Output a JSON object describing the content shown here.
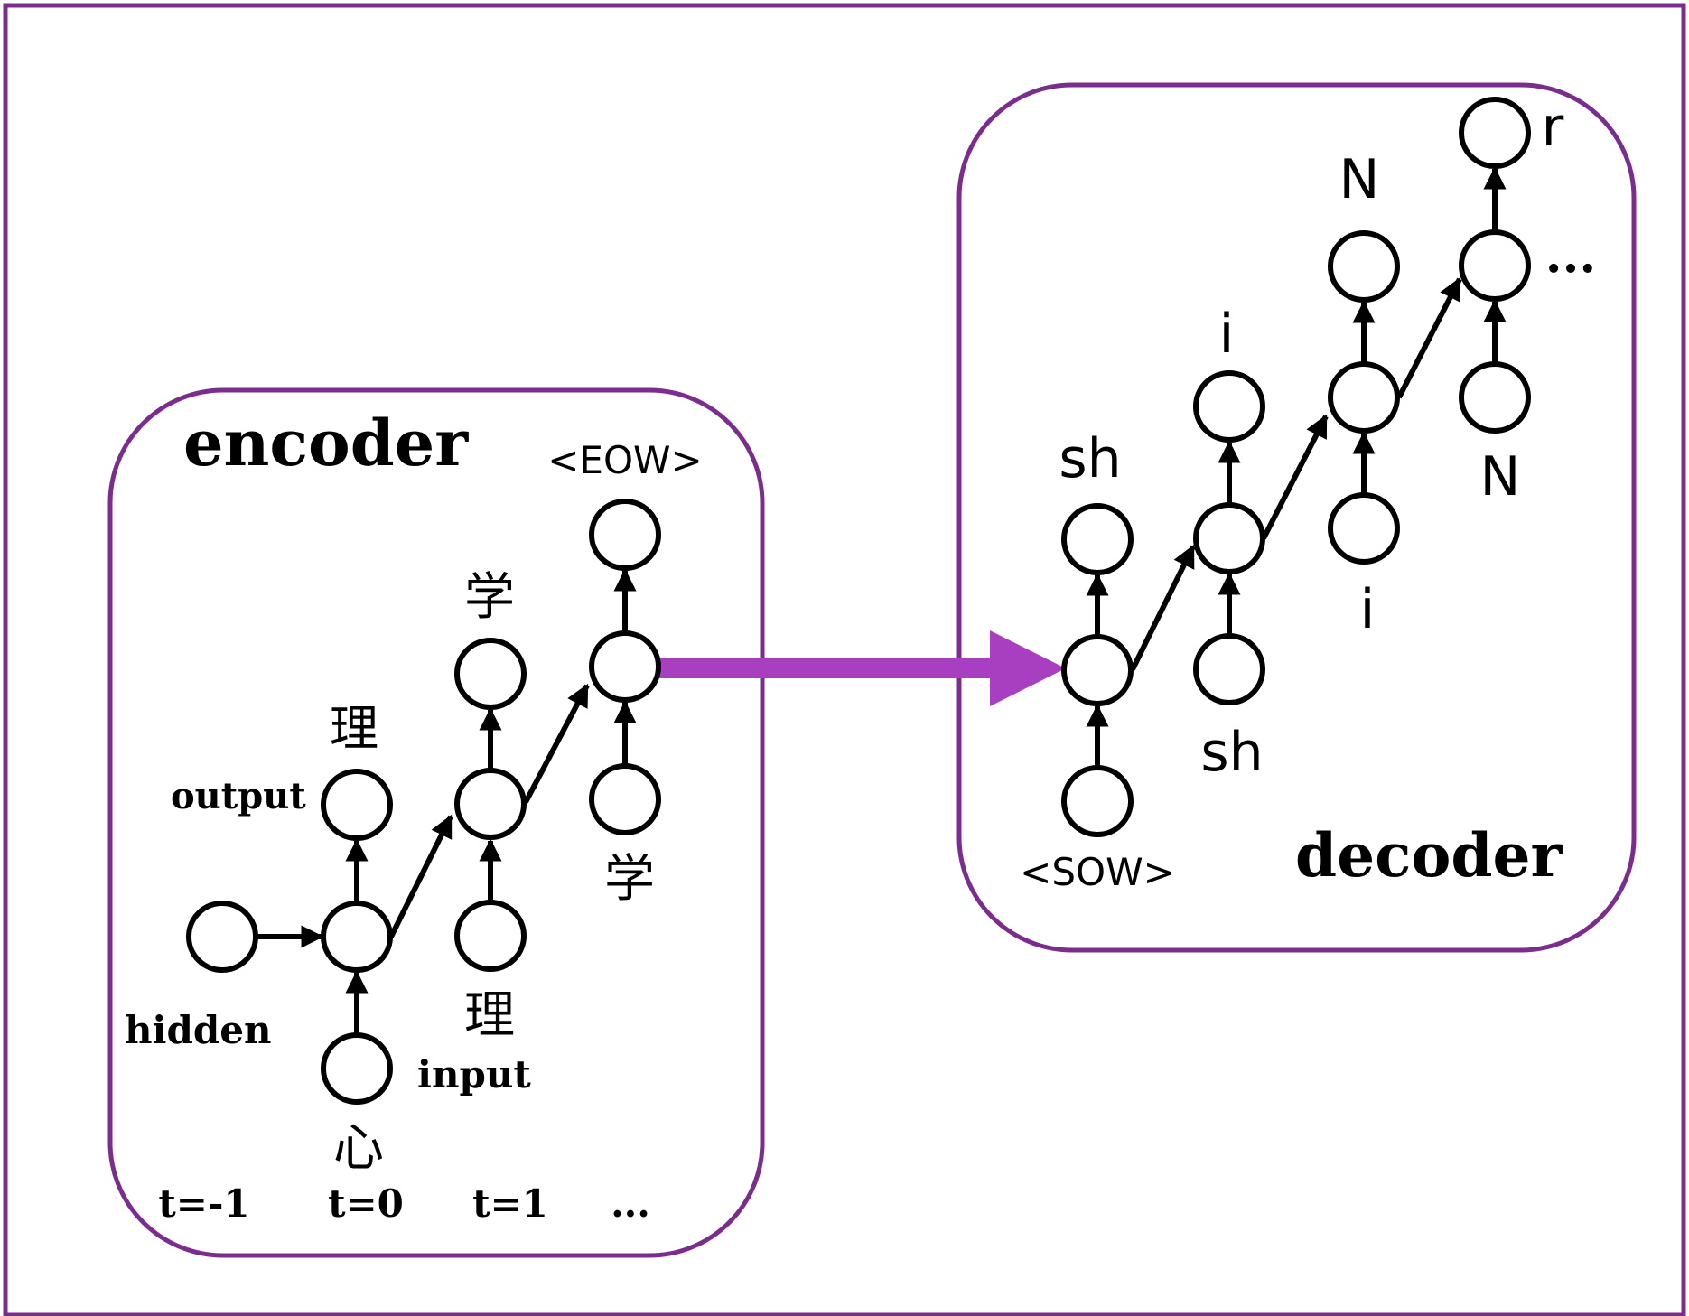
{
  "encoder": {
    "title": "encoder",
    "label_output": "output",
    "label_hidden": "hidden",
    "label_input": "input",
    "input_t0": "心",
    "output_t0": "理",
    "input_t1": "理",
    "output_t1": "学",
    "input_t2": "学",
    "output_t2": "<EOW>",
    "time_steps": [
      "t=-1",
      "t=0",
      "t=1",
      "..."
    ]
  },
  "decoder": {
    "title": "decoder",
    "input_0": "<SOW>",
    "output_0": "sh",
    "input_1": "sh",
    "output_1": "i",
    "input_2": "i",
    "output_2": "N",
    "input_3": "N",
    "output_3": "r",
    "continuation": "..."
  },
  "colors": {
    "frame": "#7b2d8e",
    "context_arrow": "#a83fc0",
    "node_stroke": "#000000"
  }
}
